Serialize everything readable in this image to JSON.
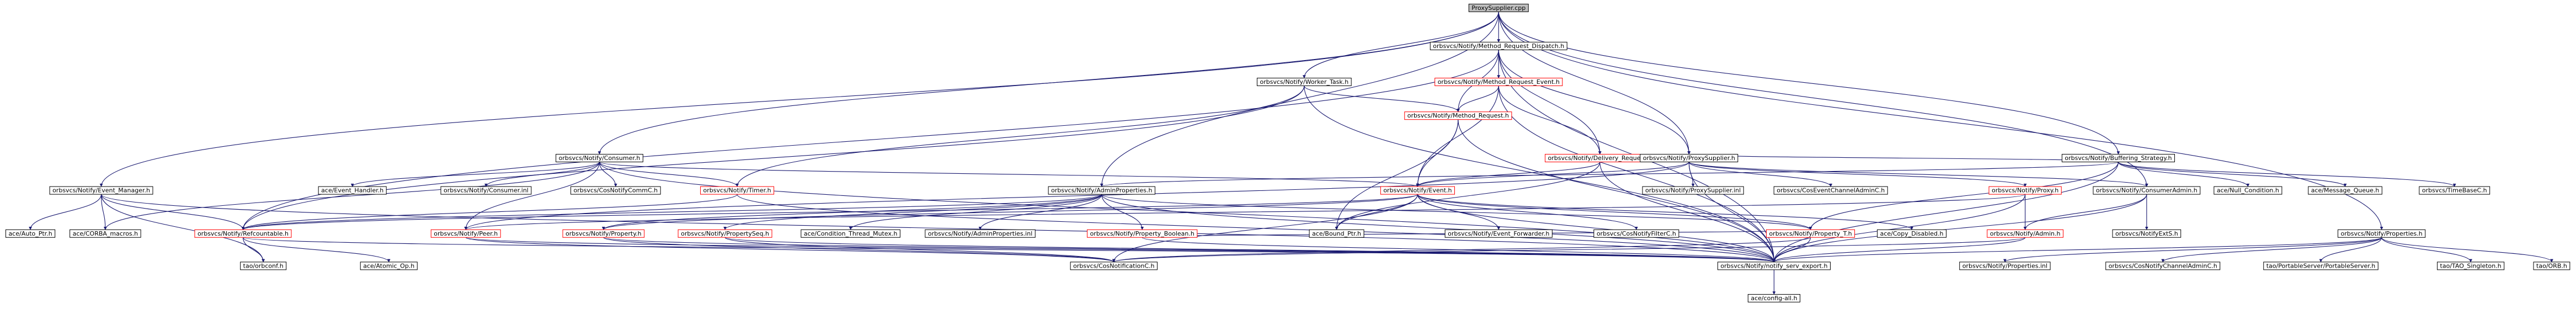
{
  "diagram": {
    "nodes": [
      {
        "id": "root",
        "label": "ProxySupplier.cpp",
        "kind": "root"
      },
      {
        "id": "mrd",
        "label": "orbsvcs/Notify/Method_Request_Dispatch.h",
        "kind": "normal"
      },
      {
        "id": "wt",
        "label": "orbsvcs/Notify/Worker_Task.h",
        "kind": "normal"
      },
      {
        "id": "mre",
        "label": "orbsvcs/Notify/Method_Request_Event.h",
        "kind": "red"
      },
      {
        "id": "bs",
        "label": "orbsvcs/Notify/Buffering_Strategy.h",
        "kind": "normal"
      },
      {
        "id": "cons",
        "label": "orbsvcs/Notify/Consumer.h",
        "kind": "normal"
      },
      {
        "id": "mr",
        "label": "orbsvcs/Notify/Method_Request.h",
        "kind": "red"
      },
      {
        "id": "dr",
        "label": "orbsvcs/Notify/Delivery_Request.h",
        "kind": "red"
      },
      {
        "id": "ps",
        "label": "orbsvcs/Notify/ProxySupplier.h",
        "kind": "normal"
      },
      {
        "id": "em",
        "label": "orbsvcs/Notify/Event_Manager.h",
        "kind": "normal"
      },
      {
        "id": "eh",
        "label": "ace/Event_Handler.h",
        "kind": "normal"
      },
      {
        "id": "consinl",
        "label": "orbsvcs/Notify/Consumer.inl",
        "kind": "normal"
      },
      {
        "id": "cnc",
        "label": "orbsvcs/CosNotifyCommC.h",
        "kind": "normal"
      },
      {
        "id": "timer",
        "label": "orbsvcs/Notify/Timer.h",
        "kind": "red"
      },
      {
        "id": "ap",
        "label": "orbsvcs/Notify/AdminProperties.h",
        "kind": "normal"
      },
      {
        "id": "ev",
        "label": "orbsvcs/Notify/Event.h",
        "kind": "red"
      },
      {
        "id": "psinl",
        "label": "orbsvcs/Notify/ProxySupplier.inl",
        "kind": "normal"
      },
      {
        "id": "cecac",
        "label": "orbsvcs/CosEventChannelAdminC.h",
        "kind": "normal"
      },
      {
        "id": "proxy",
        "label": "orbsvcs/Notify/Proxy.h",
        "kind": "red"
      },
      {
        "id": "ca",
        "label": "orbsvcs/Notify/ConsumerAdmin.h",
        "kind": "normal"
      },
      {
        "id": "nullc",
        "label": "ace/Null_Condition.h",
        "kind": "normal"
      },
      {
        "id": "mq",
        "label": "ace/Message_Queue.h",
        "kind": "normal"
      },
      {
        "id": "tbc",
        "label": "orbsvcs/TimeBaseC.h",
        "kind": "normal"
      },
      {
        "id": "autoptr",
        "label": "ace/Auto_Ptr.h",
        "kind": "normal"
      },
      {
        "id": "corba",
        "label": "ace/CORBA_macros.h",
        "kind": "normal"
      },
      {
        "id": "refc",
        "label": "orbsvcs/Notify/Refcountable.h",
        "kind": "red"
      },
      {
        "id": "peer",
        "label": "orbsvcs/Notify/Peer.h",
        "kind": "red"
      },
      {
        "id": "prop",
        "label": "orbsvcs/Notify/Property.h",
        "kind": "red"
      },
      {
        "id": "propseq",
        "label": "orbsvcs/Notify/PropertySeq.h",
        "kind": "red"
      },
      {
        "id": "ctm",
        "label": "ace/Condition_Thread_Mutex.h",
        "kind": "normal"
      },
      {
        "id": "apinl",
        "label": "orbsvcs/Notify/AdminProperties.inl",
        "kind": "normal"
      },
      {
        "id": "pb",
        "label": "orbsvcs/Notify/Property_Boolean.h",
        "kind": "red"
      },
      {
        "id": "bptr",
        "label": "ace/Bound_Ptr.h",
        "kind": "normal"
      },
      {
        "id": "efwd",
        "label": "orbsvcs/Notify/Event_Forwarder.h",
        "kind": "normal"
      },
      {
        "id": "cnfc",
        "label": "orbsvcs/CosNotifyFilterC.h",
        "kind": "normal"
      },
      {
        "id": "pt",
        "label": "orbsvcs/Notify/Property_T.h",
        "kind": "red"
      },
      {
        "id": "cd",
        "label": "ace/Copy_Disabled.h",
        "kind": "normal"
      },
      {
        "id": "admin",
        "label": "orbsvcs/Notify/Admin.h",
        "kind": "red"
      },
      {
        "id": "evsc",
        "label": "orbsvcs/NotifyExtS.h",
        "kind": "normal"
      },
      {
        "id": "props",
        "label": "orbsvcs/Notify/Properties.h",
        "kind": "normal"
      },
      {
        "id": "orbconf",
        "label": "tao/orbconf.h",
        "kind": "normal"
      },
      {
        "id": "aop",
        "label": "ace/Atomic_Op.h",
        "kind": "normal"
      },
      {
        "id": "cnotc",
        "label": "orbsvcs/CosNotificationC.h",
        "kind": "normal"
      },
      {
        "id": "exp",
        "label": "orbsvcs/Notify/notify_serv_export.h",
        "kind": "normal"
      },
      {
        "id": "propsinl",
        "label": "orbsvcs/Notify/Properties.inl",
        "kind": "normal"
      },
      {
        "id": "cncac",
        "label": "orbsvcs/CosNotifyChannelAdminC.h",
        "kind": "normal"
      },
      {
        "id": "pss",
        "label": "tao/PortableServer/PortableServer.h",
        "kind": "normal"
      },
      {
        "id": "tsing",
        "label": "tao/TAO_Singleton.h",
        "kind": "normal"
      },
      {
        "id": "orb",
        "label": "tao/ORB.h",
        "kind": "normal"
      },
      {
        "id": "config",
        "label": "ace/config-all.h",
        "kind": "normal"
      }
    ],
    "edges": [
      [
        "root",
        "mrd"
      ],
      [
        "root",
        "wt"
      ],
      [
        "root",
        "cons"
      ],
      [
        "root",
        "ps"
      ],
      [
        "root",
        "bs"
      ],
      [
        "root",
        "ap"
      ],
      [
        "root",
        "em"
      ],
      [
        "root",
        "ca"
      ],
      [
        "root",
        "props"
      ],
      [
        "mrd",
        "mre"
      ],
      [
        "mrd",
        "ps"
      ],
      [
        "mrd",
        "mr"
      ],
      [
        "mrd",
        "refc"
      ],
      [
        "mrd",
        "exp"
      ],
      [
        "mrd",
        "dr"
      ],
      [
        "wt",
        "mr"
      ],
      [
        "wt",
        "timer"
      ],
      [
        "wt",
        "refc"
      ],
      [
        "wt",
        "exp"
      ],
      [
        "mre",
        "mr"
      ],
      [
        "mre",
        "ev"
      ],
      [
        "mre",
        "dr"
      ],
      [
        "mre",
        "exp"
      ],
      [
        "bs",
        "ps"
      ],
      [
        "bs",
        "nullc"
      ],
      [
        "bs",
        "mq"
      ],
      [
        "bs",
        "tbc"
      ],
      [
        "bs",
        "pt"
      ],
      [
        "bs",
        "exp"
      ],
      [
        "bs",
        "ap"
      ],
      [
        "cons",
        "eh"
      ],
      [
        "cons",
        "consinl"
      ],
      [
        "cons",
        "cnc"
      ],
      [
        "cons",
        "timer"
      ],
      [
        "cons",
        "peer"
      ],
      [
        "cons",
        "ev"
      ],
      [
        "cons",
        "corba"
      ],
      [
        "cons",
        "exp"
      ],
      [
        "mr",
        "ev"
      ],
      [
        "mr",
        "bptr"
      ],
      [
        "mr",
        "exp"
      ],
      [
        "dr",
        "ev"
      ],
      [
        "dr",
        "bptr"
      ],
      [
        "dr",
        "exp"
      ],
      [
        "ps",
        "psinl"
      ],
      [
        "ps",
        "cecac"
      ],
      [
        "ps",
        "proxy"
      ],
      [
        "ps",
        "ca"
      ],
      [
        "ps",
        "ev"
      ],
      [
        "ps",
        "exp"
      ],
      [
        "ps",
        "peer"
      ],
      [
        "em",
        "autoptr"
      ],
      [
        "em",
        "corba"
      ],
      [
        "em",
        "refc"
      ],
      [
        "em",
        "orbconf"
      ],
      [
        "em",
        "exp"
      ],
      [
        "timer",
        "refc"
      ],
      [
        "timer",
        "exp"
      ],
      [
        "ap",
        "refc"
      ],
      [
        "ap",
        "prop"
      ],
      [
        "ap",
        "propseq"
      ],
      [
        "ap",
        "ctm"
      ],
      [
        "ap",
        "apinl"
      ],
      [
        "ap",
        "pb"
      ],
      [
        "ap",
        "pt"
      ],
      [
        "ap",
        "exp"
      ],
      [
        "ev",
        "efwd"
      ],
      [
        "ev",
        "cnfc"
      ],
      [
        "ev",
        "pt"
      ],
      [
        "ev",
        "cd"
      ],
      [
        "ev",
        "refc"
      ],
      [
        "ev",
        "exp"
      ],
      [
        "ev",
        "cnotc"
      ],
      [
        "ev",
        "bptr"
      ],
      [
        "ev",
        "prop"
      ],
      [
        "proxy",
        "admin"
      ],
      [
        "proxy",
        "exp"
      ],
      [
        "proxy",
        "peer"
      ],
      [
        "ca",
        "admin"
      ],
      [
        "ca",
        "evsc"
      ],
      [
        "ca",
        "exp"
      ],
      [
        "refc",
        "orbconf"
      ],
      [
        "refc",
        "aop"
      ],
      [
        "refc",
        "exp"
      ],
      [
        "peer",
        "exp"
      ],
      [
        "peer",
        "cnotc"
      ],
      [
        "prop",
        "exp"
      ],
      [
        "prop",
        "cnotc"
      ],
      [
        "propseq",
        "exp"
      ],
      [
        "propseq",
        "cnotc"
      ],
      [
        "pb",
        "pt"
      ],
      [
        "pb",
        "exp"
      ],
      [
        "pt",
        "cnotc"
      ],
      [
        "pt",
        "exp"
      ],
      [
        "admin",
        "exp"
      ],
      [
        "admin",
        "cnotc"
      ],
      [
        "props",
        "propsinl"
      ],
      [
        "props",
        "cncac"
      ],
      [
        "props",
        "pss"
      ],
      [
        "props",
        "tsing"
      ],
      [
        "props",
        "orb"
      ],
      [
        "props",
        "exp"
      ],
      [
        "exp",
        "config"
      ]
    ]
  }
}
